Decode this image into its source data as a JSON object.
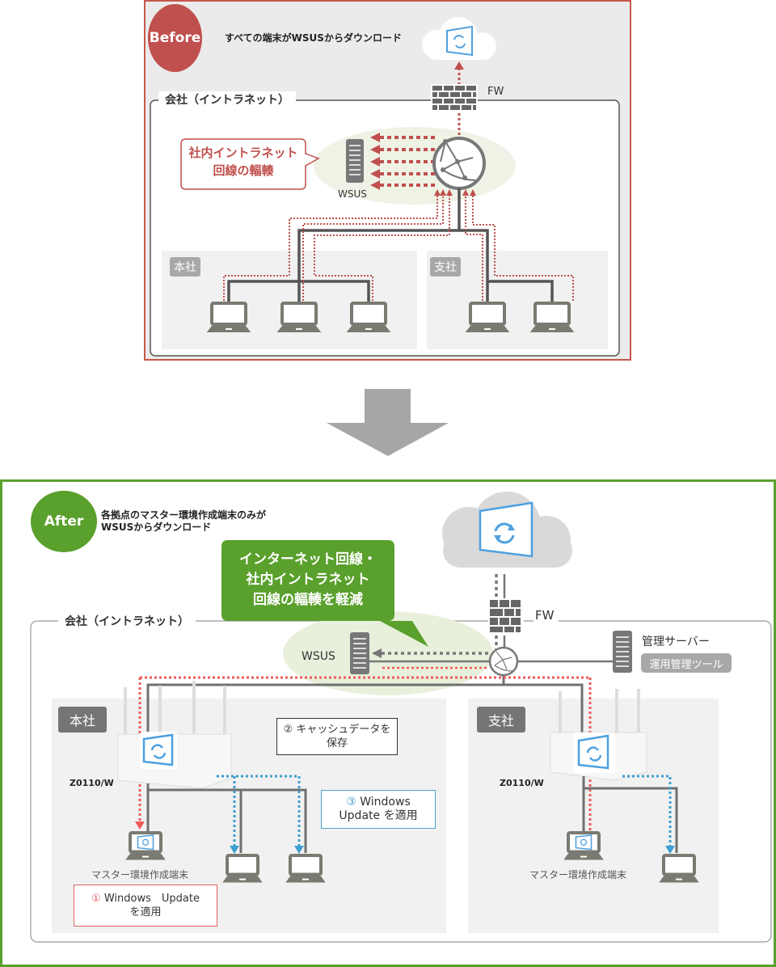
{
  "before": {
    "badge": "Before",
    "caption": "すべての端末がWSUSからダウンロード",
    "group_title": "会社（イントラネット）",
    "fw_label": "FW",
    "wsus_label": "WSUS",
    "callout": [
      "社内イントラネット",
      "回線の輻輳"
    ],
    "sites": [
      {
        "label": "本社",
        "terminals": 3
      },
      {
        "label": "支社",
        "terminals": 2
      }
    ],
    "colors": {
      "frame": "#c8584a",
      "badge": "#c0504d",
      "callout_text": "#c0504d",
      "flow": "#c0504d"
    }
  },
  "transition_arrow": "down-arrow-icon",
  "after": {
    "badge": "After",
    "caption": [
      "各拠点のマスター環境作成端末のみが",
      "WSUSからダウンロード"
    ],
    "group_title": "会社（イントラネット）",
    "fw_label": "FW",
    "wsus_label": "WSUS",
    "mgmt_server_label": "管理サーバー",
    "mgmt_tool_label": "運用管理ツール",
    "callout": [
      "インターネット回線・",
      "社内イントラネット",
      "回線の輻輳を軽減"
    ],
    "sites": [
      {
        "label": "本社",
        "device": "Z0110/W",
        "master_terminal_label": "マスター環境作成端末",
        "terminals": 3
      },
      {
        "label": "支社",
        "device": "Z0110/W",
        "master_terminal_label": "マスター環境作成端末",
        "terminals": 2
      }
    ],
    "steps": [
      {
        "num": "①",
        "lines": [
          "Windows　Update",
          "を適用"
        ]
      },
      {
        "num": "②",
        "lines": [
          "キャッシュデータを",
          "保存"
        ]
      },
      {
        "num": "③",
        "lines": [
          "Windows",
          "Update を適用"
        ]
      }
    ],
    "colors": {
      "frame": "#5aa02c",
      "badge": "#5aa02c",
      "master_flow": "#f05a5a",
      "cache_flow": "#3c9fd0",
      "step3_border": "#4aa3c8",
      "step1_border": "#e06060"
    }
  }
}
